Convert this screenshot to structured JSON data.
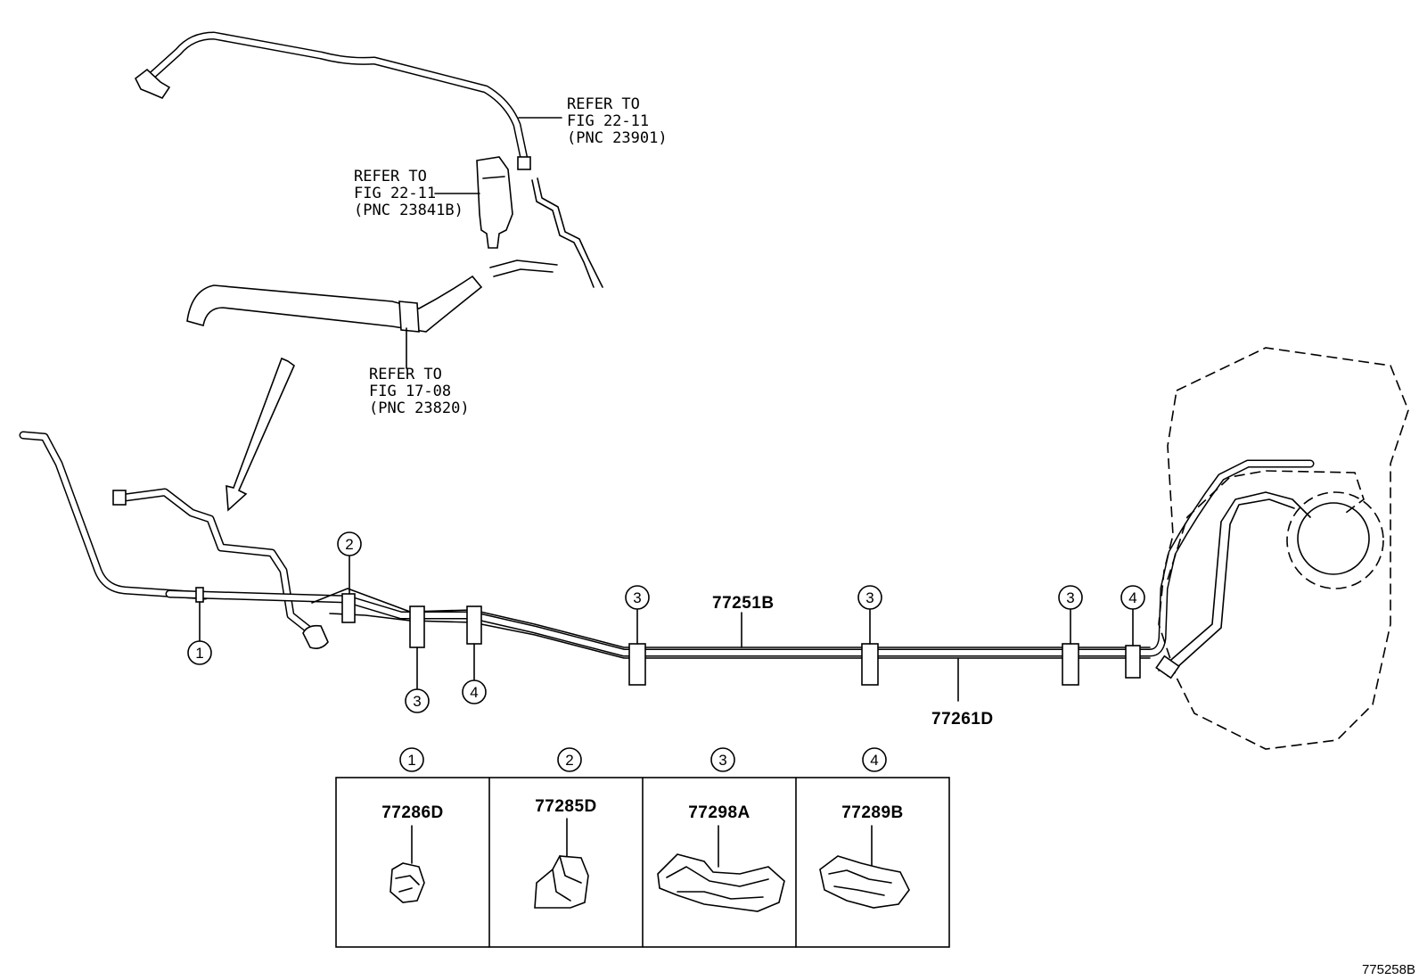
{
  "references": [
    {
      "line1": "REFER TO",
      "line2": "FIG 22-11",
      "line3": "(PNC 23901)"
    },
    {
      "line1": "REFER TO",
      "line2": "FIG 22-11",
      "line3": "(PNC 23841B)"
    },
    {
      "line1": "REFER TO",
      "line2": "FIG 17-08",
      "line3": "(PNC 23820)"
    }
  ],
  "main_parts": {
    "upper_tube": "77251B",
    "lower_tube": "77261D"
  },
  "callout_markers": [
    "1",
    "2",
    "3",
    "4"
  ],
  "legend": [
    {
      "marker": "1",
      "part": "77286D"
    },
    {
      "marker": "2",
      "part": "77285D"
    },
    {
      "marker": "3",
      "part": "77298A"
    },
    {
      "marker": "4",
      "part": "77289B"
    }
  ],
  "figure_id": "775258B"
}
